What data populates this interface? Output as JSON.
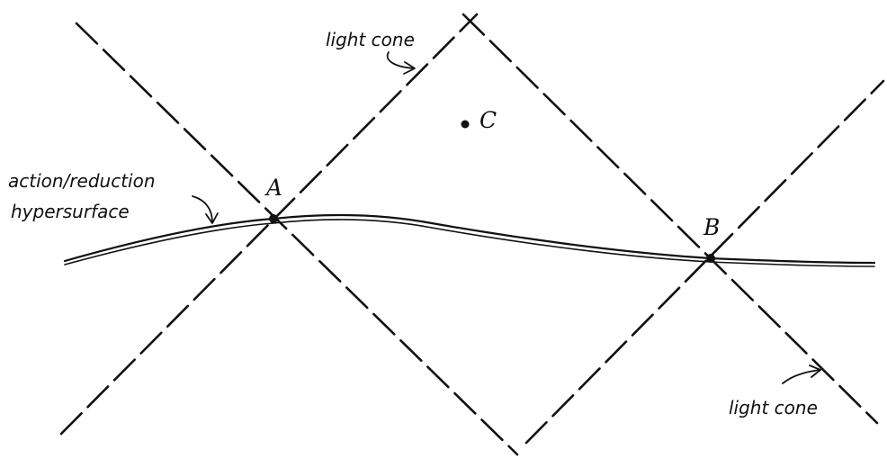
{
  "labels": {
    "light_cone_top": "light cone",
    "light_cone_bottom": "light cone",
    "surface_line1": "action/reduction",
    "surface_line2": "hypersurface"
  },
  "points": {
    "a": "A",
    "b": "B",
    "c": "C"
  },
  "colors": {
    "ink": "#111111",
    "background": "#ffffff"
  }
}
